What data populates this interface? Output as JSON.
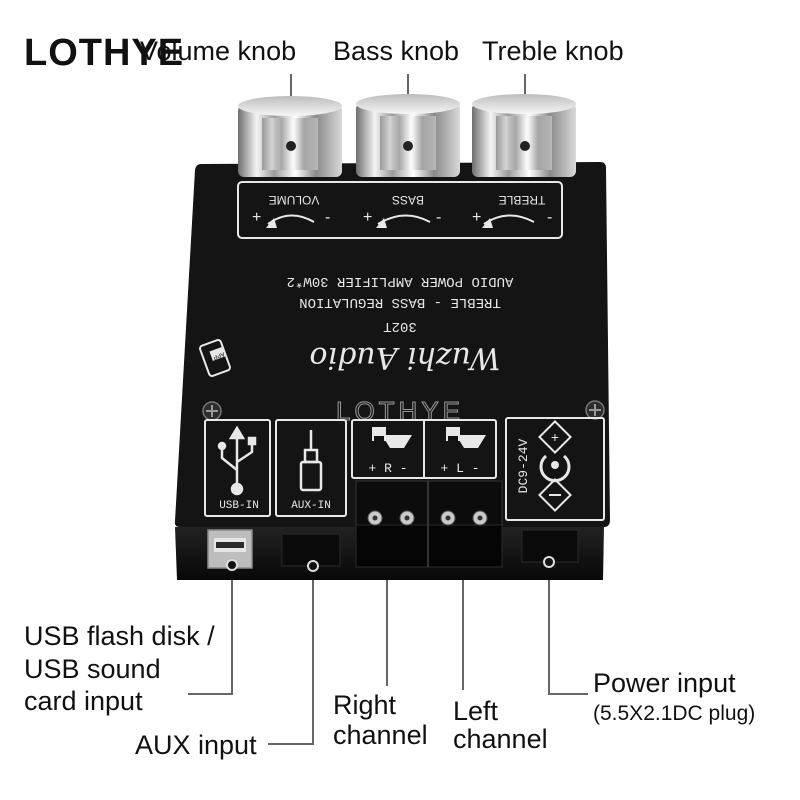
{
  "brand": "LOTHYE",
  "watermark": "LOTHYE",
  "callouts": {
    "volume_knob": "Volume knob",
    "bass_knob": "Bass knob",
    "treble_knob": "Treble knob",
    "usb_line1": "USB flash disk /",
    "usb_line2": "USB sound",
    "usb_line3": "card input",
    "aux_input": "AUX input",
    "right_line1": "Right",
    "right_line2": "channel",
    "left_line1": "Left",
    "left_line2": "channel",
    "power_input": "Power input",
    "power_plug": "(5.5X2.1DC plug)"
  },
  "board": {
    "knob_volume": "VOLUME",
    "knob_bass": "BASS",
    "knob_treble": "TREBLE",
    "plus": "+",
    "minus": "-",
    "line1": "AUDIO POWER AMPLIFIER 30W*2",
    "line2": "TREBLE - BASS REGULATION",
    "model": "302T",
    "logo_script": "Wuzhi Audio",
    "app_icon": "APP",
    "usb_in": "USB-IN",
    "aux_in": "AUX-IN",
    "right_marker": "+ R -",
    "left_marker": "+ L -",
    "dc_voltage": "DC9-24V"
  },
  "colors": {
    "board": "#141414",
    "silkscreen": "#e8e8e8",
    "leader_line": "#666666"
  }
}
